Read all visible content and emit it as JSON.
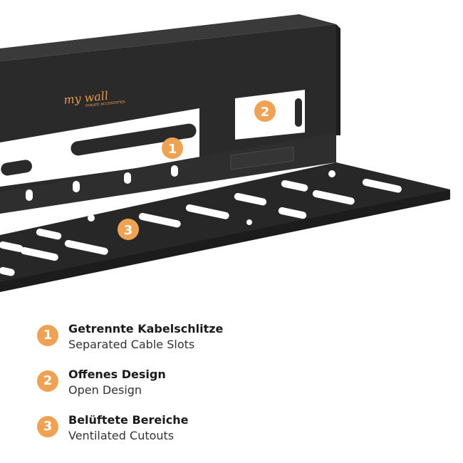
{
  "brand": {
    "logo_text": "my wall",
    "logo_sub": "mount accessories"
  },
  "callouts": [
    {
      "number": "1"
    },
    {
      "number": "2"
    },
    {
      "number": "3"
    }
  ],
  "features": [
    {
      "number": "1",
      "title": "Getrennte Kabelschlitze",
      "subtitle": "Separated Cable Slots"
    },
    {
      "number": "2",
      "title": "Offenes Design",
      "subtitle": "Open Design"
    },
    {
      "number": "3",
      "title": "Belüftete Bereiche",
      "subtitle": "Ventilated Cutouts"
    }
  ],
  "colors": {
    "accent": "#f0a254",
    "product": "#2b2b2b",
    "product_edge": "#3c3c3c",
    "background": "#ffffff"
  }
}
